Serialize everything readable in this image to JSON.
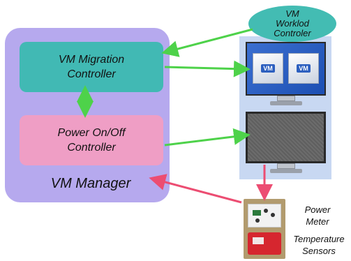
{
  "vm_manager": {
    "label": "VM Manager",
    "migration_controller": "VM Migration Controller",
    "power_controller": "Power On/Off Controller"
  },
  "workload_controller": {
    "line1": "VM",
    "line2": "Worklod",
    "line3": "Controler"
  },
  "servers": {
    "vm_label_1": "VM",
    "vm_label_2": "VM"
  },
  "sensors": {
    "power_meter": "Power Meter",
    "temperature_sensors": "Temperature Sensors"
  },
  "colors": {
    "manager_bg": "#b6a9ee",
    "migration_bg": "#41b9b4",
    "power_bg": "#ef9ec5",
    "green_arrow": "#4ed24a",
    "red_arrow": "#ec4d72"
  }
}
